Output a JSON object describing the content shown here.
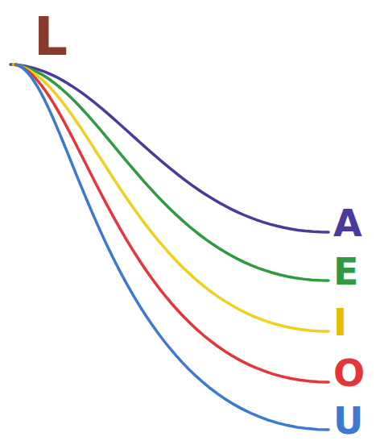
{
  "diagram": {
    "nodes": [
      {
        "text": [
          "L"
        ]
      },
      {
        "text": [
          "A"
        ]
      },
      {
        "text": [
          "E"
        ]
      },
      {
        "text": [
          "I"
        ]
      },
      {
        "text": [
          "O"
        ]
      },
      {
        "text": [
          "U"
        ]
      }
    ],
    "edges": [
      {
        "from": 0,
        "to": 1,
        "arrow": "none"
      },
      {
        "from": 0,
        "to": 2,
        "arrow": "none"
      },
      {
        "from": 0,
        "to": 3,
        "arrow": "none"
      },
      {
        "from": 0,
        "to": 4,
        "arrow": "none"
      },
      {
        "from": 0,
        "to": 5,
        "arrow": "none"
      }
    ]
  }
}
